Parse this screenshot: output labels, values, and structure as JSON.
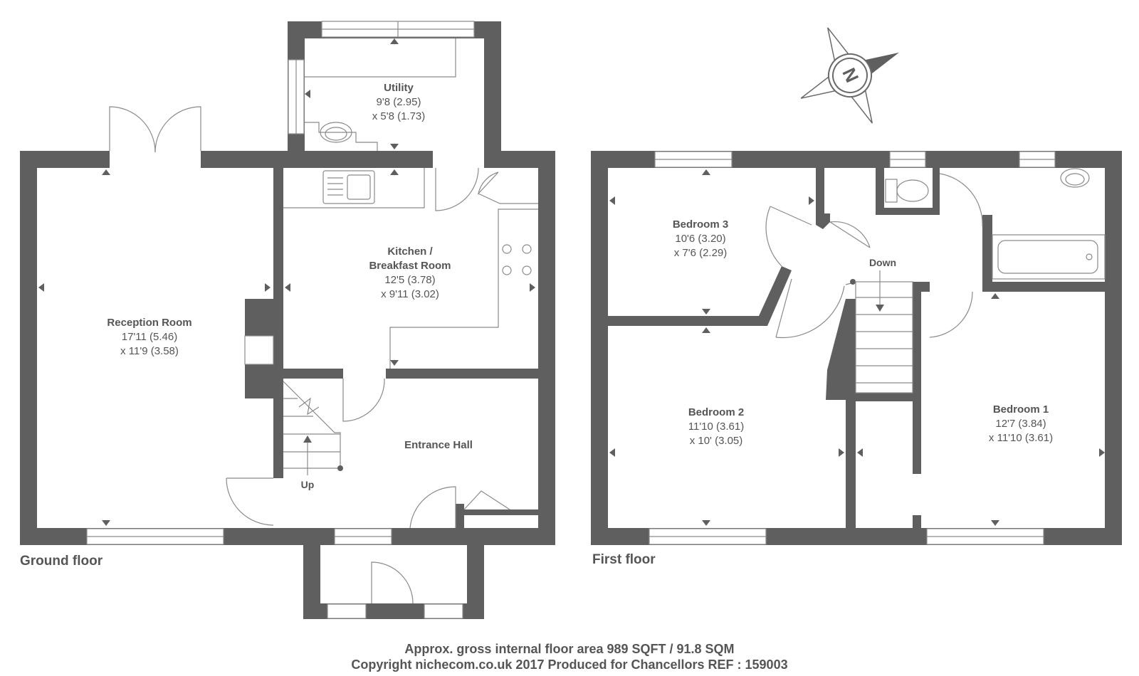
{
  "rooms": {
    "reception": {
      "name": "Reception Room",
      "dim1": "17'11 (5.46)",
      "dim2": "x 11'9 (3.58)"
    },
    "utility": {
      "name": "Utility",
      "dim1": "9'8 (2.95)",
      "dim2": "x 5'8 (1.73)"
    },
    "kitchen": {
      "name1": "Kitchen /",
      "name2": "Breakfast Room",
      "dim1": "12'5 (3.78)",
      "dim2": "x 9'11 (3.02)"
    },
    "entrance": {
      "name": "Entrance Hall"
    },
    "bedroom3": {
      "name": "Bedroom 3",
      "dim1": "10'6 (3.20)",
      "dim2": "x 7'6 (2.29)"
    },
    "bedroom2": {
      "name": "Bedroom 2",
      "dim1": "11'10 (3.61)",
      "dim2": "x 10' (3.05)"
    },
    "bedroom1": {
      "name": "Bedroom 1",
      "dim1": "12'7 (3.84)",
      "dim2": "x 11'10 (3.61)"
    }
  },
  "stairs": {
    "up": "Up",
    "down": "Down"
  },
  "floors": {
    "ground": "Ground floor",
    "first": "First floor"
  },
  "compass": {
    "letter": "N"
  },
  "footer": {
    "line1": "Approx. gross internal floor area 989 SQFT / 91.8 SQM",
    "line2": "Copyright nichecom.co.uk 2017 Produced for Chancellors REF : 159003"
  },
  "colors": {
    "wall": "#5f5f5f",
    "text": "#555555",
    "line": "#8a8a8a"
  }
}
